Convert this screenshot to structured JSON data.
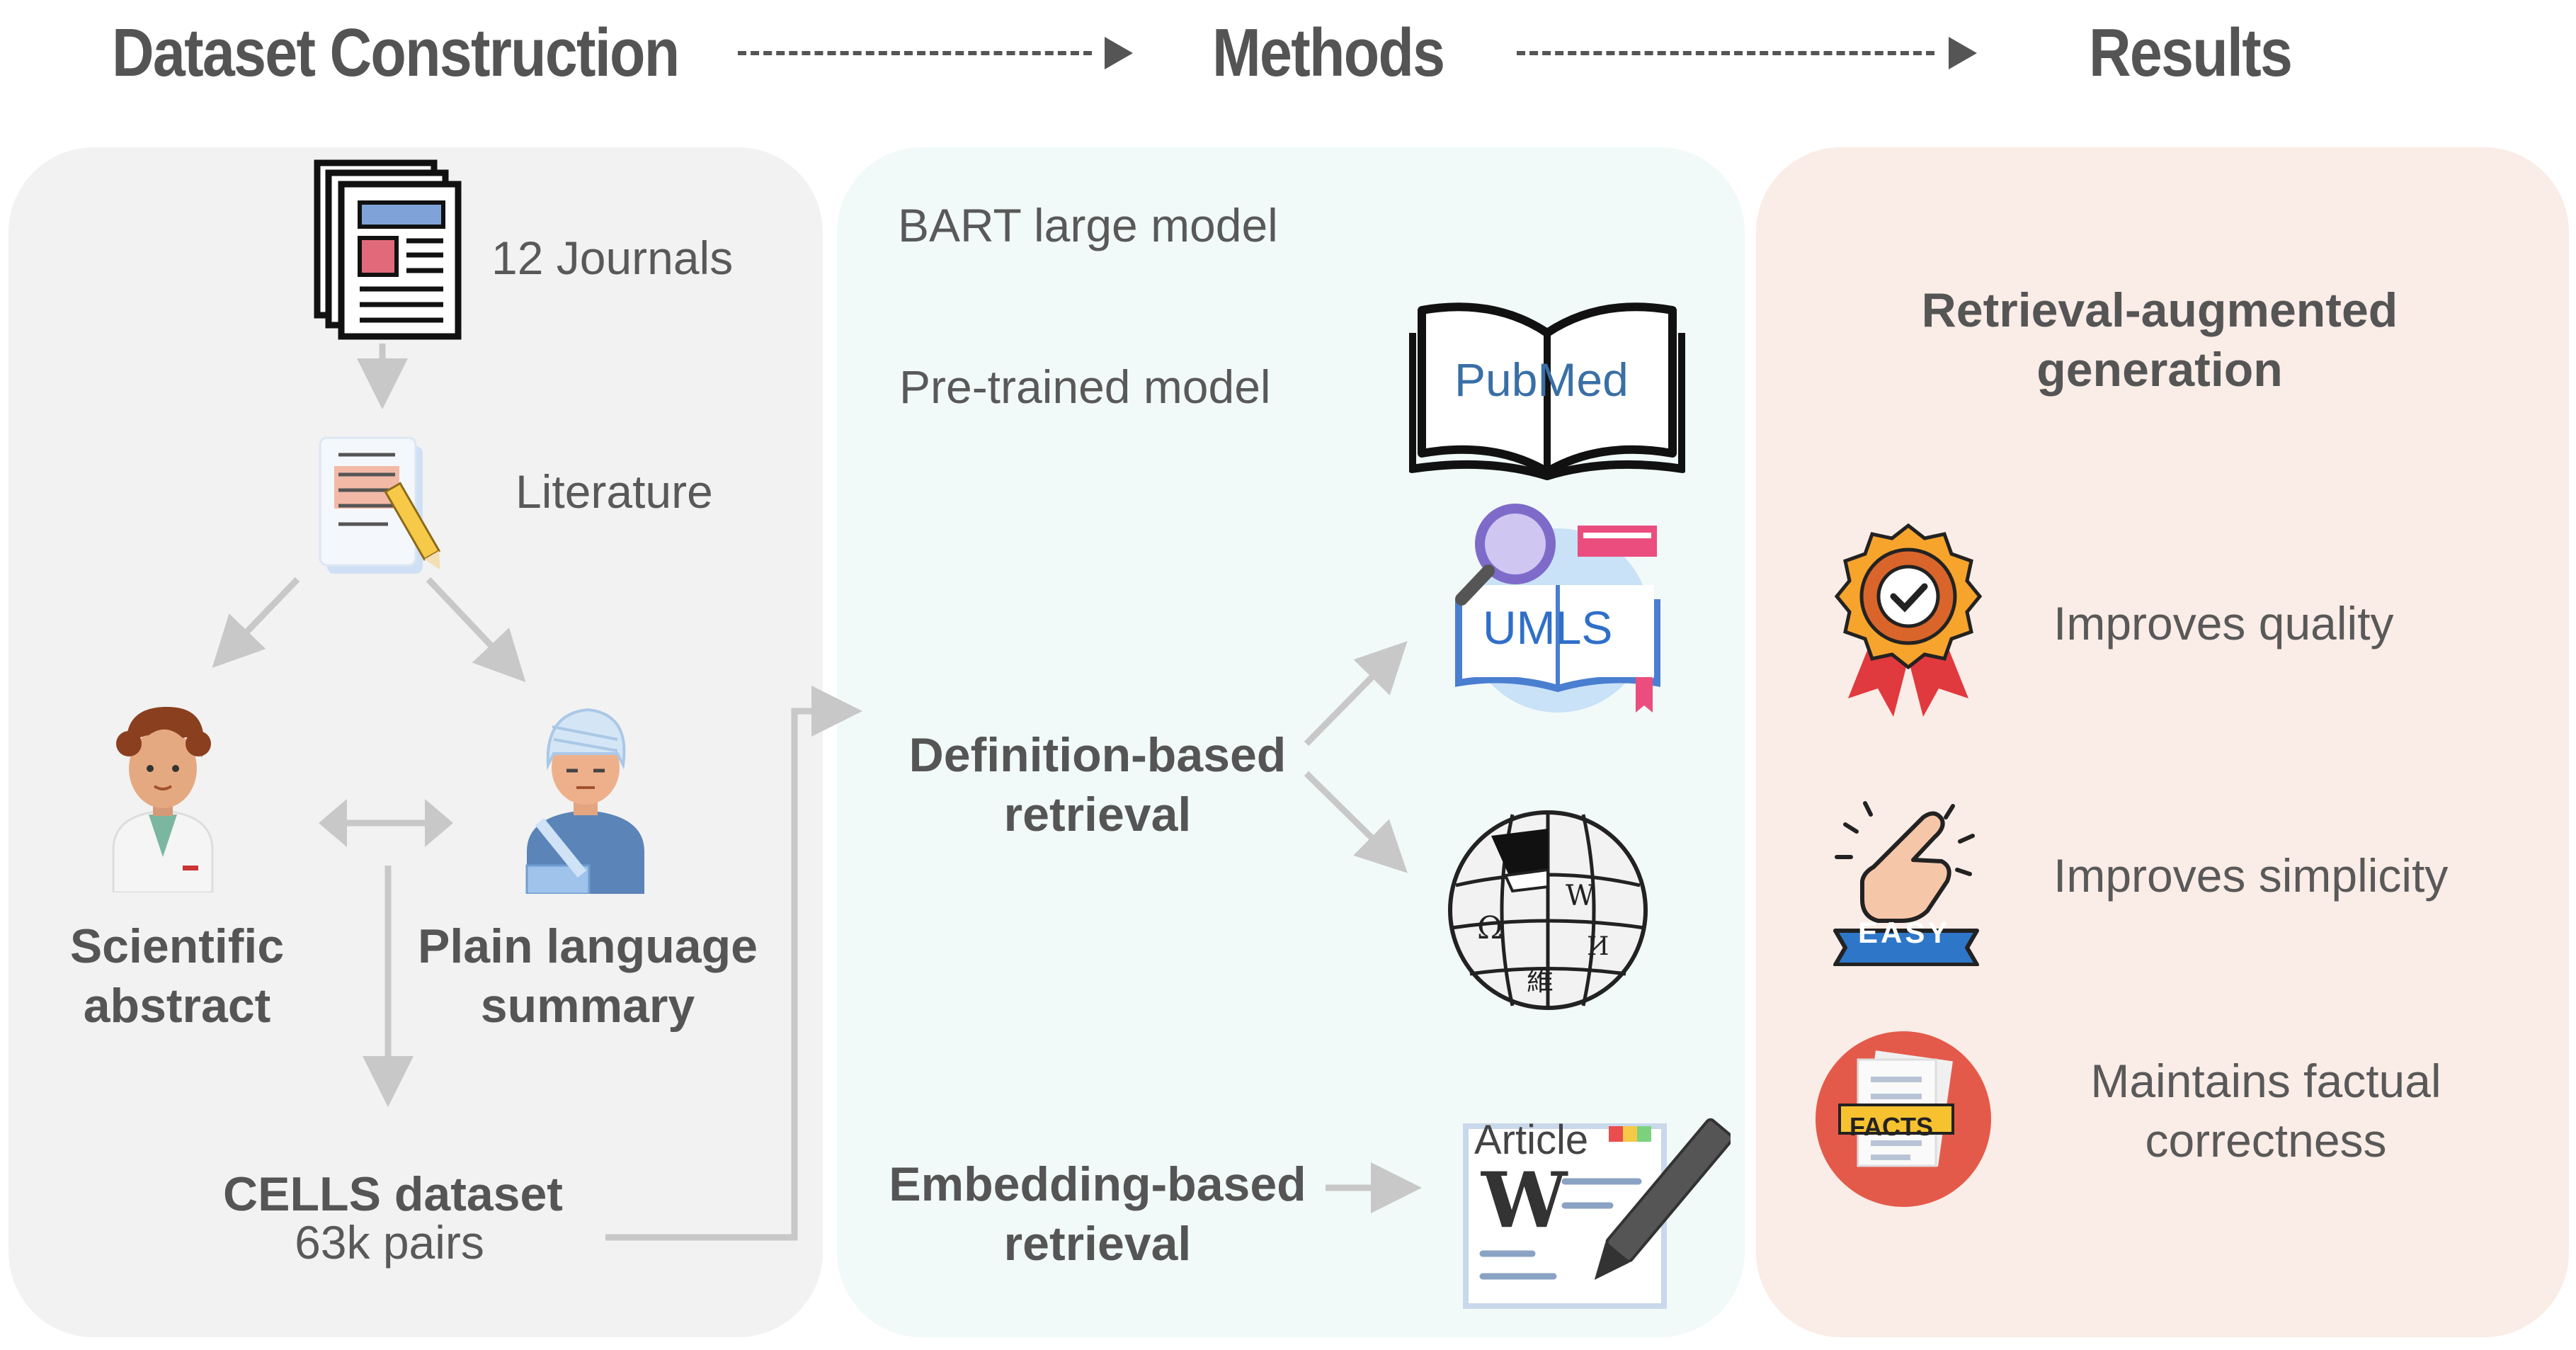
{
  "headers": {
    "stage1": "Dataset Construction",
    "stage2": "Methods",
    "stage3": "Results"
  },
  "dataset": {
    "journals": "12 Journals",
    "literature": "Literature",
    "scientific_line1": "Scientific",
    "scientific_line2": "abstract",
    "plain_line1": "Plain language",
    "plain_line2": "summary",
    "cells_title": "CELLS dataset",
    "cells_pairs": "63k pairs"
  },
  "methods": {
    "bart": "BART large model",
    "pretrained": "Pre-trained model",
    "pubmed": "PubMed",
    "umls": "UMLS",
    "definition_line1": "Definition-based",
    "definition_line2": "retrieval",
    "embedding_line1": "Embedding-based",
    "embedding_line2": "retrieval",
    "article_label": "Article"
  },
  "results": {
    "rag_line1": "Retrieval-augmented",
    "rag_line2": "generation",
    "quality": "Improves quality",
    "simplicity": "Improves simplicity",
    "factual_line1": "Maintains factual",
    "factual_line2": "correctness",
    "easy_badge": "EASY",
    "facts_badge": "FACTS"
  },
  "colors": {
    "panel_left": "#f2f2f2",
    "panel_mid": "#f1faf8",
    "panel_right": "#faece6",
    "arrow_gray": "#c8c8c8",
    "header_text": "#545454",
    "pubmed_blue": "#3a6fa5"
  },
  "icons": [
    "newspaper-icon",
    "document-pencil-icon",
    "scientist-icon",
    "patient-icon",
    "book-icon",
    "umls-book-icon",
    "wikipedia-globe-icon",
    "wikipedia-article-icon",
    "award-badge-icon",
    "hand-easy-icon",
    "facts-icon"
  ]
}
